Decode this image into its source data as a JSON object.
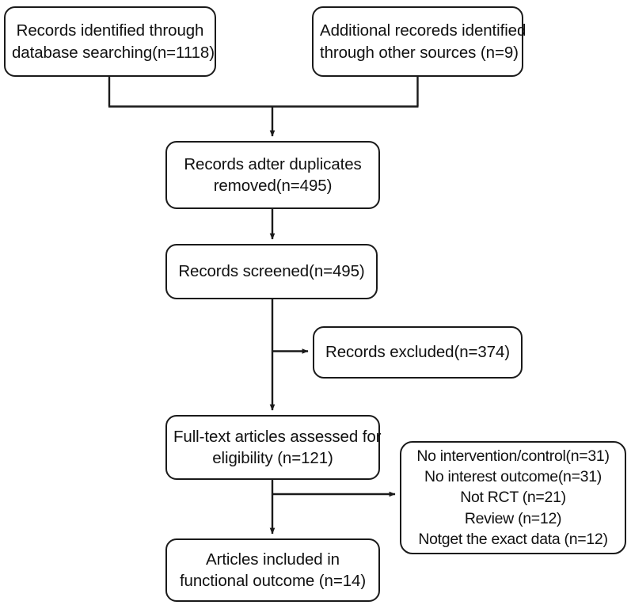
{
  "diagram": {
    "type": "prisma-flow-diagram",
    "line_color": "#1a1a1a",
    "background_color": "#ffffff",
    "nodes": {
      "database_records": {
        "name": "records-identified-database",
        "lines": [
          "Records identified through",
          "database searching(n=1118)"
        ],
        "count": 1118
      },
      "other_records": {
        "name": "additional-records-other-sources",
        "lines": [
          "Additional recoreds identified",
          "through other sources (n=9)"
        ],
        "count": 9
      },
      "duplicates_removed": {
        "name": "records-after-duplicates-removed",
        "lines": [
          "Records adter duplicates",
          "removed(n=495)"
        ],
        "count": 495
      },
      "records_screened": {
        "name": "records-screened",
        "lines": [
          "Records screened(n=495)"
        ],
        "count": 495
      },
      "records_excluded": {
        "name": "records-excluded",
        "lines": [
          "Records excluded(n=374)"
        ],
        "count": 374
      },
      "fulltext_assessed": {
        "name": "full-text-articles-assessed",
        "lines": [
          "Full-text articles assessed for",
          "eligibility (n=121)"
        ],
        "count": 121
      },
      "exclusion_reasons": {
        "name": "full-text-exclusion-reasons",
        "lines": [
          "No intervention/control(n=31)",
          "No interest outcome(n=31)",
          "Not RCT (n=21)",
          "Review (n=12)",
          "Notget the exact data (n=12)"
        ],
        "counts": [
          31,
          31,
          21,
          12,
          12
        ]
      },
      "articles_included": {
        "name": "articles-included-functional-outcome",
        "lines": [
          "Articles included in",
          "functional outcome (n=14)"
        ],
        "count": 14
      }
    }
  }
}
